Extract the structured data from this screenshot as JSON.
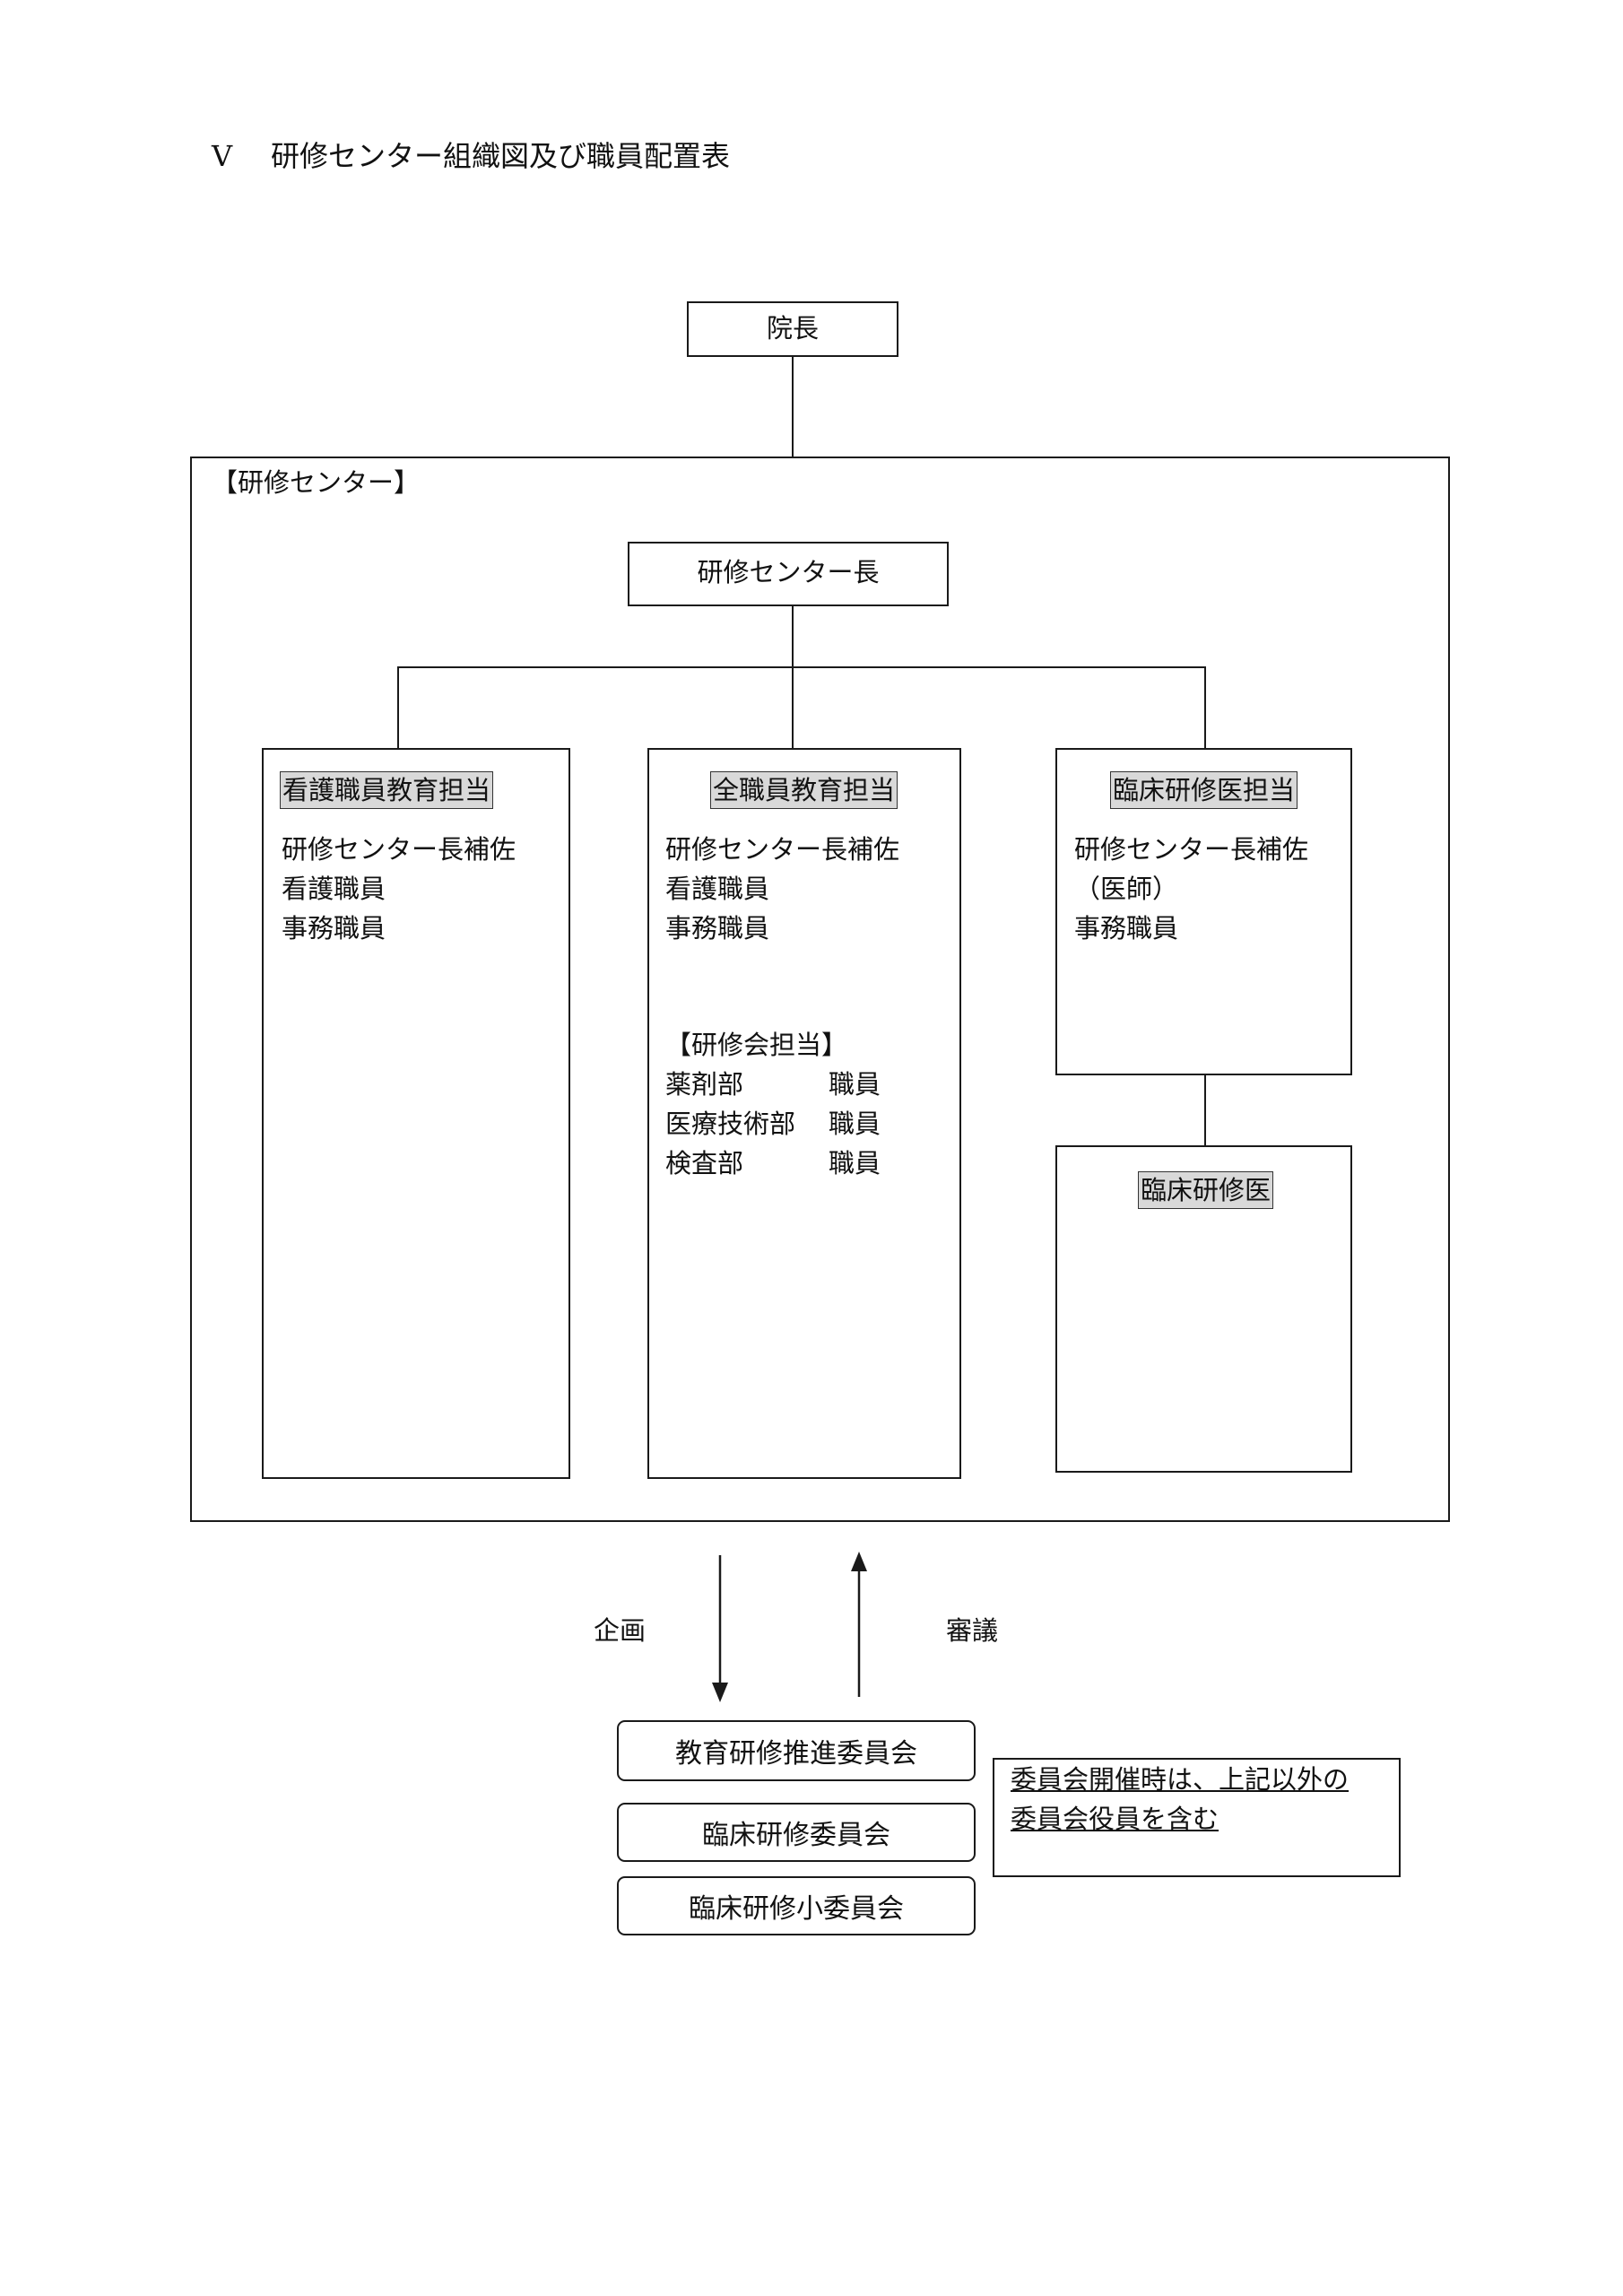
{
  "heading": {
    "number": "Ⅴ",
    "title": "研修センター組織図及び職員配置表"
  },
  "director": "院長",
  "center": {
    "label": "【研修センター】",
    "head": "研修センター長",
    "nursing": {
      "title": "看護職員教育担当",
      "lines": [
        "研修センター長補佐",
        "看護職員",
        "事務職員"
      ]
    },
    "all_staff": {
      "title": "全職員教育担当",
      "lines": [
        "研修センター長補佐",
        "看護職員",
        "事務職員"
      ],
      "workshop_label": "【研修会担当】",
      "workshop_rows": [
        {
          "dept": "薬剤部",
          "role": "職員"
        },
        {
          "dept": "医療技術部",
          "role": "職員"
        },
        {
          "dept": "検査部",
          "role": "職員"
        }
      ]
    },
    "clinical": {
      "title": "臨床研修医担当",
      "lines": [
        "研修センター長補佐",
        "（医師）",
        "事務職員"
      ]
    },
    "residents": {
      "title": "臨床研修医"
    }
  },
  "flow": {
    "down_label": "企画",
    "up_label": "審議"
  },
  "committees": [
    "教育研修推進委員会",
    "臨床研修委員会",
    "臨床研修小委員会"
  ],
  "note": {
    "line1": "委員会開催時は、上記以外の",
    "line2": "委員会役員を含む"
  }
}
